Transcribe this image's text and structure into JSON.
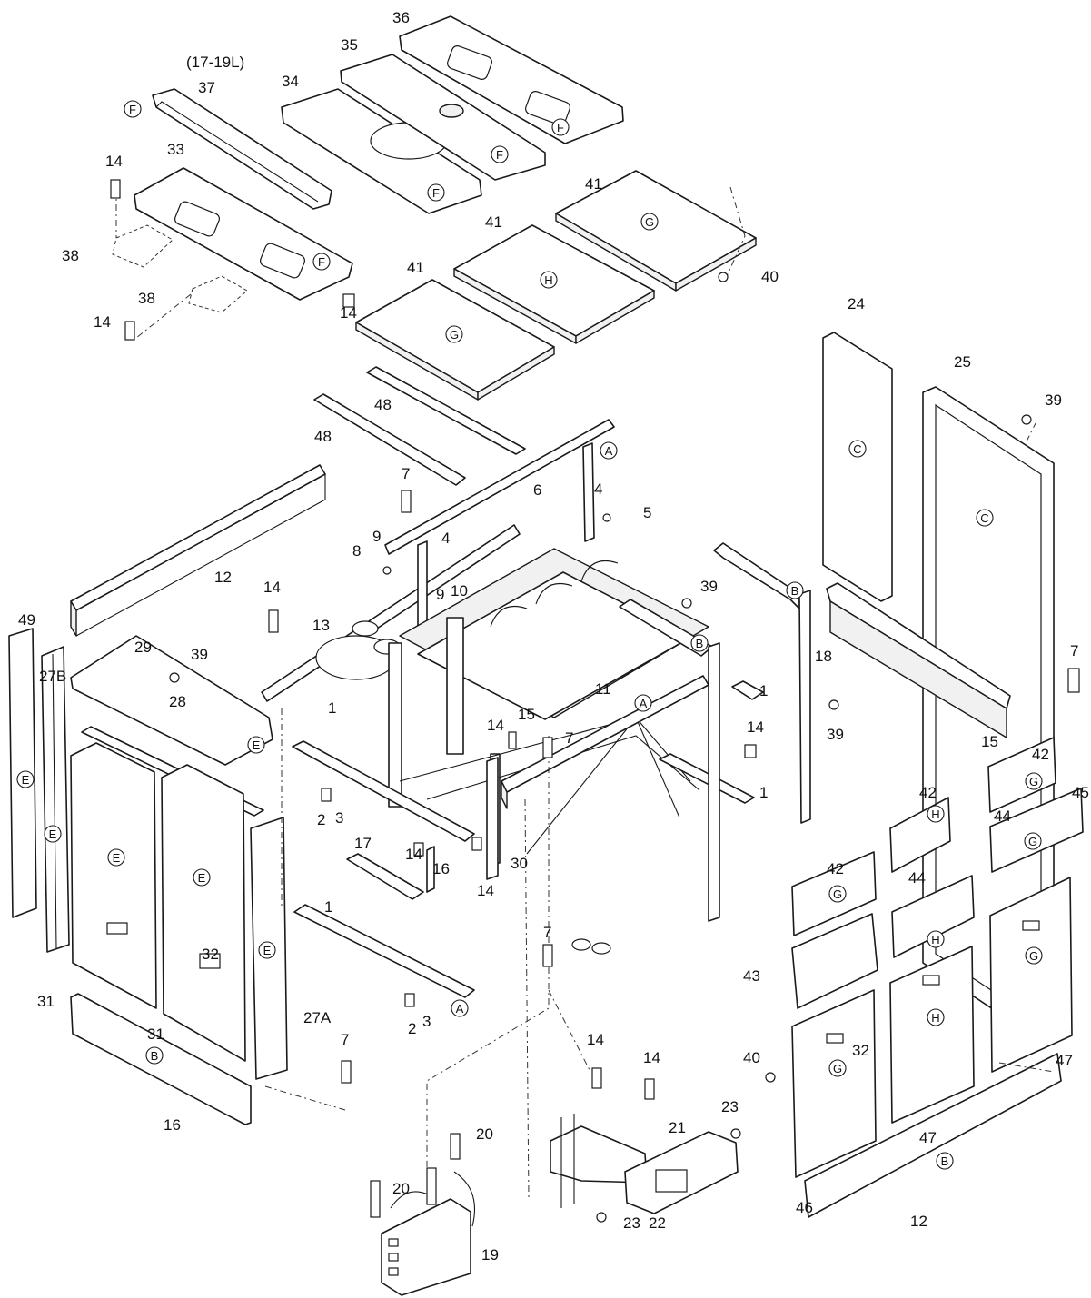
{
  "header_note": "(17-19L)",
  "zone_letters": [
    "A",
    "B",
    "C",
    "E",
    "F",
    "G",
    "H"
  ],
  "callouts": [
    {
      "text": "1"
    },
    {
      "text": "1"
    },
    {
      "text": "1"
    },
    {
      "text": "1"
    },
    {
      "text": "2"
    },
    {
      "text": "2"
    },
    {
      "text": "3"
    },
    {
      "text": "3"
    },
    {
      "text": "4"
    },
    {
      "text": "4"
    },
    {
      "text": "5"
    },
    {
      "text": "6"
    },
    {
      "text": "7"
    },
    {
      "text": "7"
    },
    {
      "text": "7"
    },
    {
      "text": "7"
    },
    {
      "text": "7"
    },
    {
      "text": "8"
    },
    {
      "text": "9"
    },
    {
      "text": "9"
    },
    {
      "text": "10"
    },
    {
      "text": "11"
    },
    {
      "text": "12"
    },
    {
      "text": "12"
    },
    {
      "text": "13"
    },
    {
      "text": "14"
    },
    {
      "text": "14"
    },
    {
      "text": "14"
    },
    {
      "text": "14"
    },
    {
      "text": "14"
    },
    {
      "text": "14"
    },
    {
      "text": "14"
    },
    {
      "text": "14"
    },
    {
      "text": "14"
    },
    {
      "text": "14"
    },
    {
      "text": "15"
    },
    {
      "text": "15"
    },
    {
      "text": "16"
    },
    {
      "text": "16"
    },
    {
      "text": "17"
    },
    {
      "text": "18"
    },
    {
      "text": "19"
    },
    {
      "text": "20"
    },
    {
      "text": "20"
    },
    {
      "text": "21"
    },
    {
      "text": "22"
    },
    {
      "text": "23"
    },
    {
      "text": "23"
    },
    {
      "text": "24"
    },
    {
      "text": "25"
    },
    {
      "text": "27A"
    },
    {
      "text": "27B"
    },
    {
      "text": "28"
    },
    {
      "text": "29"
    },
    {
      "text": "30"
    },
    {
      "text": "31"
    },
    {
      "text": "31"
    },
    {
      "text": "32"
    },
    {
      "text": "32"
    },
    {
      "text": "33"
    },
    {
      "text": "34"
    },
    {
      "text": "35"
    },
    {
      "text": "36"
    },
    {
      "text": "37"
    },
    {
      "text": "38"
    },
    {
      "text": "38"
    },
    {
      "text": "39"
    },
    {
      "text": "39"
    },
    {
      "text": "39"
    },
    {
      "text": "39"
    },
    {
      "text": "40"
    },
    {
      "text": "40"
    },
    {
      "text": "41"
    },
    {
      "text": "41"
    },
    {
      "text": "41"
    },
    {
      "text": "42"
    },
    {
      "text": "42"
    },
    {
      "text": "42"
    },
    {
      "text": "43"
    },
    {
      "text": "44"
    },
    {
      "text": "44"
    },
    {
      "text": "45"
    },
    {
      "text": "46"
    },
    {
      "text": "47"
    },
    {
      "text": "47"
    },
    {
      "text": "48"
    },
    {
      "text": "48"
    },
    {
      "text": "49"
    }
  ]
}
